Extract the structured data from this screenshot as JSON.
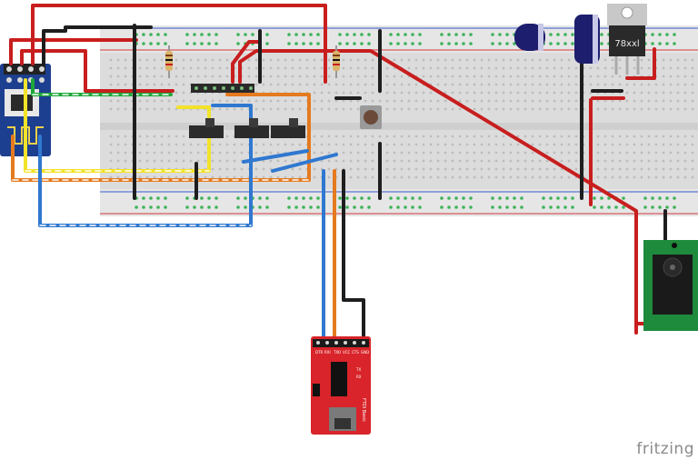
{
  "brand": {
    "text": "fritzing"
  },
  "regulator": {
    "label": "78xxl"
  },
  "ftdi": {
    "header_pins": [
      "DTR",
      "RXI",
      "TXO",
      "VCC",
      "CTS",
      "GND"
    ],
    "board_text": "FTDI Basic",
    "led_labels": [
      "TX",
      "RX"
    ]
  },
  "colors": {
    "wire_red": "#c81e1e",
    "wire_black": "#1e1e1e",
    "wire_green": "#1fa83a",
    "wire_yellow": "#f2e22a",
    "wire_orange": "#e57a1f",
    "wire_blue": "#2f78d0",
    "breadboard": "#dcdcdc",
    "rail_red": "#d23a3a",
    "rail_blue": "#3a5ad2",
    "hole_green": "#3db35a",
    "ftdi_board": "#d8242a",
    "esp_board": "#1d3f8f",
    "jack_board": "#1e8a3c"
  },
  "icons": [
    "usb-mini-connector-icon",
    "slide-switch-icon",
    "push-button-icon",
    "capacitor-icon",
    "dc-jack-icon"
  ]
}
